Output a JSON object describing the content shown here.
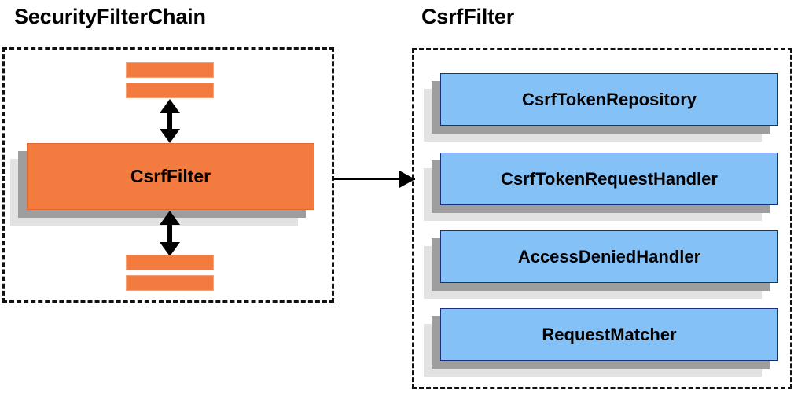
{
  "diagram": {
    "type": "component-diagram",
    "panels": [
      {
        "id": "security-filter-chain",
        "title": "SecurityFilterChain",
        "title_position": "top-left",
        "border_style": "dashed",
        "accent_color": "#f47b40",
        "components": [
          {
            "id": "filter-slot-1",
            "label": "",
            "shape": "bar"
          },
          {
            "id": "filter-slot-2",
            "label": "",
            "shape": "bar"
          },
          {
            "id": "csrf-filter",
            "label": "CsrfFilter",
            "shape": "stacked-box"
          },
          {
            "id": "filter-slot-3",
            "label": "",
            "shape": "bar"
          },
          {
            "id": "filter-slot-4",
            "label": "",
            "shape": "bar"
          }
        ],
        "connectors": [
          {
            "id": "chain-link-top",
            "kind": "double-arrow",
            "orientation": "vertical"
          },
          {
            "id": "chain-link-bottom",
            "kind": "double-arrow",
            "orientation": "vertical"
          }
        ]
      },
      {
        "id": "csrf-filter-detail",
        "title": "CsrfFilter",
        "title_position": "top-left",
        "border_style": "dashed",
        "accent_color": "#84c1f7",
        "components": [
          {
            "id": "csrf-token-repository",
            "label": "CsrfTokenRepository",
            "shape": "stacked-box"
          },
          {
            "id": "csrf-token-request-handler",
            "label": "CsrfTokenRequestHandler",
            "shape": "stacked-box"
          },
          {
            "id": "access-denied-handler",
            "label": "AccessDeniedHandler",
            "shape": "stacked-box"
          },
          {
            "id": "request-matcher",
            "label": "RequestMatcher",
            "shape": "stacked-box"
          }
        ]
      }
    ],
    "cross_panel_connector": {
      "id": "expands-to",
      "kind": "single-arrow",
      "orientation": "horizontal",
      "from": "security-filter-chain",
      "to": "csrf-filter-detail",
      "label": ""
    },
    "colors": {
      "orange_fill": "#f47b40",
      "orange_border": "#e06a33",
      "blue_fill": "#84c1f7",
      "blue_border": "#17317a",
      "shadow_dark": "#9e9e9e",
      "shadow_light": "#e2e2e2",
      "outline": "#111111",
      "text": "#000000",
      "background": "#ffffff"
    }
  }
}
